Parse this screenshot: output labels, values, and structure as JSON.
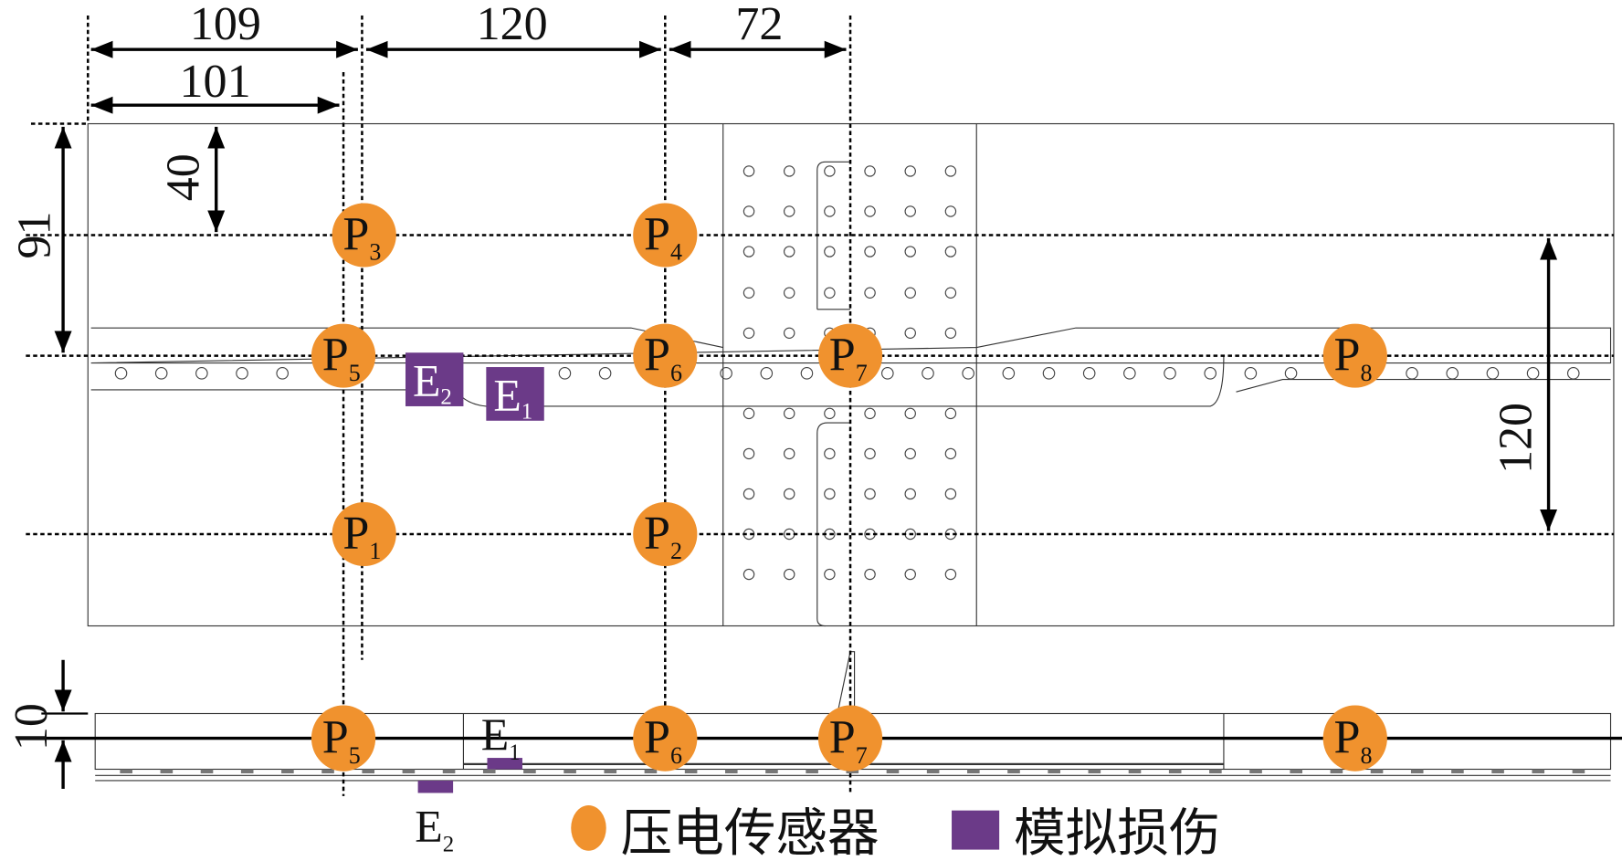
{
  "dimensions": {
    "top_109": "109",
    "top_120": "120",
    "top_72": "72",
    "top_101": "101",
    "left_40": "40",
    "left_91": "91",
    "right_120": "120",
    "side_10": "10"
  },
  "sensors": [
    {
      "id": "P",
      "sub": "1"
    },
    {
      "id": "P",
      "sub": "2"
    },
    {
      "id": "P",
      "sub": "3"
    },
    {
      "id": "P",
      "sub": "4"
    },
    {
      "id": "P",
      "sub": "5"
    },
    {
      "id": "P",
      "sub": "6"
    },
    {
      "id": "P",
      "sub": "7"
    },
    {
      "id": "P",
      "sub": "8"
    }
  ],
  "side_sensors": [
    {
      "id": "P",
      "sub": "5"
    },
    {
      "id": "P",
      "sub": "6"
    },
    {
      "id": "P",
      "sub": "7"
    },
    {
      "id": "P",
      "sub": "8"
    }
  ],
  "damages": [
    {
      "id": "E",
      "sub": "1"
    },
    {
      "id": "E",
      "sub": "2"
    }
  ],
  "legend": {
    "sensor": "压电传感器",
    "damage": "模拟损伤"
  },
  "colors": {
    "sensor": "#F0922E",
    "damage": "#6B3A88"
  }
}
